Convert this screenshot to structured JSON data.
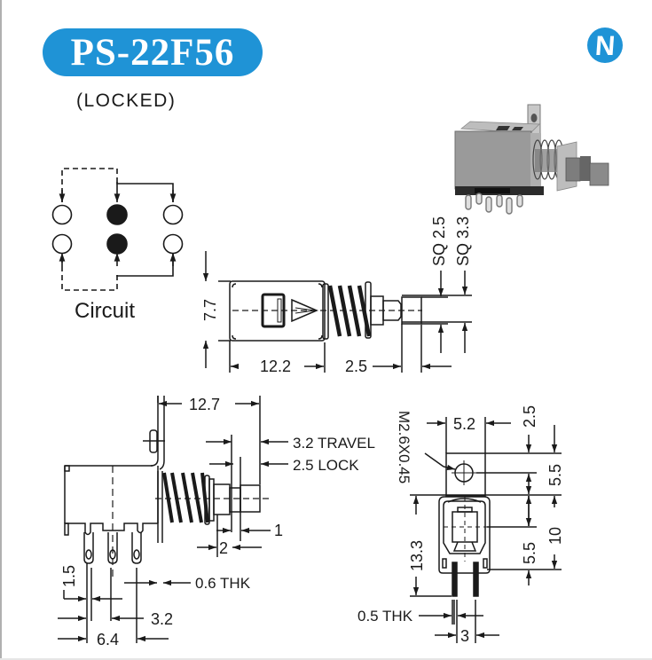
{
  "header": {
    "model": "PS-22F56",
    "variant": "(LOCKED)",
    "brand_color": "#1f93d6",
    "logo_letter": "N"
  },
  "circuit": {
    "label": "Circuit",
    "poles": 2,
    "positions": 3,
    "common_terminals": "center (filled)"
  },
  "photo": {
    "alt": "product photo of push switch"
  },
  "top_view": {
    "height": "7.7",
    "body_length": "12.2",
    "stem_length": "2.5",
    "stem_sq_inner": "SQ 2.5",
    "stem_sq_outer": "SQ 3.3"
  },
  "side_view": {
    "bracket_to_stem": "12.7",
    "travel": "3.2 TRAVEL",
    "lock": "2.5 LOCK",
    "dim_1": "1",
    "dim_2": "2",
    "pin_thickness": "0.6 THK",
    "pin_length": "1.5",
    "pin_pitch": "3.2",
    "pin_span": "6.4"
  },
  "front_view": {
    "thread": "M2.6X0.45",
    "bracket_width": "5.2",
    "top_offset": "2.5",
    "hole_to_top": "5.5",
    "hole_to_body": "5.5",
    "overall": "10",
    "height": "13.3",
    "pin_thickness": "0.5 THK",
    "pin_pitch": "3"
  }
}
